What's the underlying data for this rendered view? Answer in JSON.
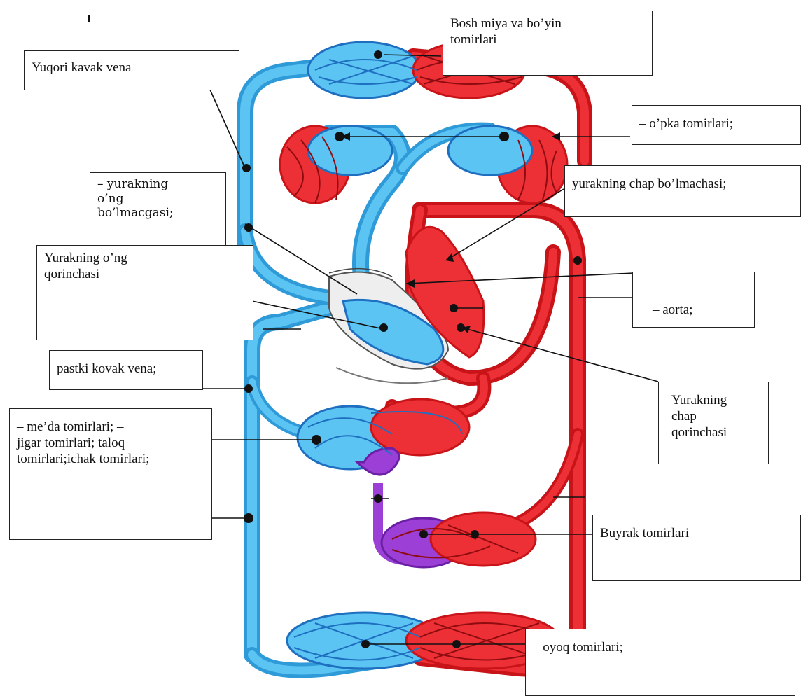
{
  "diagram": {
    "labels": {
      "head_neck": "Bosh miya va bo’yin\ntomirlari",
      "superior_vena_cava": "Yuqori kavak vena",
      "lungs": "– o’pka tomirlari;",
      "right_atrium": "– yurakning\no’ng\nbo’lmacgasi;",
      "left_atrium": "yurakning chap bo’lmachasi;",
      "right_ventricle": "Yurakning o’ng\nqorinchasi",
      "aorta": "– aorta;",
      "inferior_vena_cava": "pastki kovak vena;",
      "left_ventricle": "Yurakning\nchap\nqorinchasi",
      "digestive": "– me’da tomirlari; –\njigar tomirlari; taloq\ntomirlari;ichak tomirlari;",
      "kidney": "Buyrak tomirlari",
      "legs": "– oyoq tomirlari;"
    },
    "colors": {
      "venous_blue": "#3aaee8",
      "venous_dark": "#1e6fc0",
      "arterial_red": "#e8242a",
      "arterial_dark": "#c81418",
      "portal_purple": "#9b3fd6",
      "outline": "#222222"
    }
  }
}
